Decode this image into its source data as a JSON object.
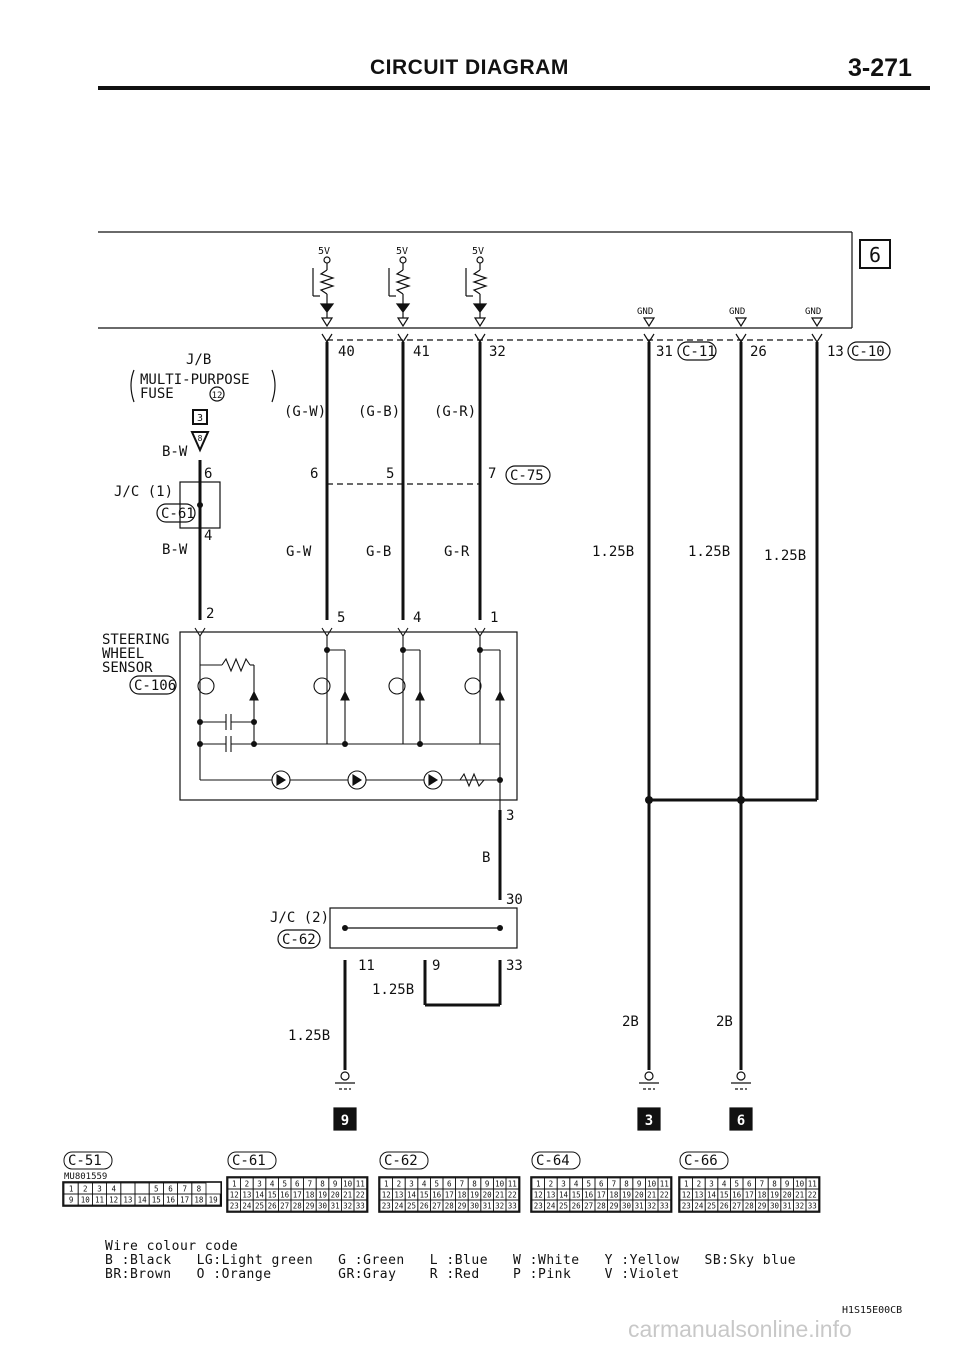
{
  "header": {
    "title": "CIRCUIT DIAGRAM",
    "page_number": "3-271"
  },
  "corner_tag": "6",
  "supply": {
    "voltage": "5V",
    "ground_label": "GND"
  },
  "junction_block": {
    "name": "J/B",
    "desc1": "MULTI-PURPOSE",
    "desc2": "FUSE",
    "fuse_num": "12",
    "fuse_rating": "3",
    "connector_pin": "8"
  },
  "ecu_pins": [
    {
      "pin": "40",
      "wire": "(G-W)"
    },
    {
      "pin": "41",
      "wire": "(G-B)"
    },
    {
      "pin": "32",
      "wire": "(G-R)"
    },
    {
      "pin": "31",
      "connector": "C-11"
    },
    {
      "pin": "26"
    },
    {
      "pin": "13",
      "connector": "C-10"
    }
  ],
  "connector_c75": {
    "connector": "C-75",
    "pins": [
      "6",
      "5",
      "7"
    ]
  },
  "jc1": {
    "name": "J/C (1)",
    "connector": "C-61",
    "pin_in": "6",
    "pin_out": "4"
  },
  "wires": {
    "bw": "B-W",
    "gw": "G-W",
    "gb": "G-B",
    "gr": "G-R",
    "b": "B",
    "g125": "1.25B",
    "g2": "2B"
  },
  "sensor": {
    "name_line1": "STEERING",
    "name_line2": "WHEEL",
    "name_line3": "SENSOR",
    "connector": "C-106",
    "pins": [
      "2",
      "5",
      "4",
      "1"
    ],
    "pin_ground": "3"
  },
  "jc2": {
    "name": "J/C (2)",
    "connector": "C-62",
    "pins": [
      "30",
      "11",
      "9",
      "33"
    ]
  },
  "ground_points": [
    "9",
    "3",
    "6"
  ],
  "connector_views": [
    {
      "id": "C-51",
      "part": "MU801559",
      "row1": [
        "1",
        "2",
        "3",
        "4",
        "",
        "",
        "5",
        "6",
        "7",
        "8"
      ],
      "row2": [
        "9",
        "10",
        "11",
        "12",
        "13",
        "14",
        "15",
        "16",
        "17",
        "18",
        "19"
      ]
    },
    {
      "id": "C-61",
      "row1": [
        "1",
        "2",
        "3",
        "4",
        "5",
        "6",
        "7",
        "8",
        "9",
        "10",
        "11"
      ],
      "row2": [
        "12",
        "13",
        "14",
        "15",
        "16",
        "17",
        "18",
        "19",
        "20",
        "21",
        "22"
      ],
      "row3": [
        "23",
        "24",
        "25",
        "26",
        "27",
        "28",
        "29",
        "30",
        "31",
        "32",
        "33"
      ]
    },
    {
      "id": "C-62",
      "row1": [
        "1",
        "2",
        "3",
        "4",
        "5",
        "6",
        "7",
        "8",
        "9",
        "10",
        "11"
      ],
      "row2": [
        "12",
        "13",
        "14",
        "15",
        "16",
        "17",
        "18",
        "19",
        "20",
        "21",
        "22"
      ],
      "row3": [
        "23",
        "24",
        "25",
        "26",
        "27",
        "28",
        "29",
        "30",
        "31",
        "32",
        "33"
      ]
    },
    {
      "id": "C-64",
      "row1": [
        "1",
        "2",
        "3",
        "4",
        "5",
        "6",
        "7",
        "8",
        "9",
        "10",
        "11"
      ],
      "row2": [
        "12",
        "13",
        "14",
        "15",
        "16",
        "17",
        "18",
        "19",
        "20",
        "21",
        "22"
      ],
      "row3": [
        "23",
        "24",
        "25",
        "26",
        "27",
        "28",
        "29",
        "30",
        "31",
        "32",
        "33"
      ]
    },
    {
      "id": "C-66",
      "row1": [
        "1",
        "2",
        "3",
        "4",
        "5",
        "6",
        "7",
        "8",
        "9",
        "10",
        "11"
      ],
      "row2": [
        "12",
        "13",
        "14",
        "15",
        "16",
        "17",
        "18",
        "19",
        "20",
        "21",
        "22"
      ],
      "row3": [
        "23",
        "24",
        "25",
        "26",
        "27",
        "28",
        "29",
        "30",
        "31",
        "32",
        "33"
      ]
    }
  ],
  "wire_colour_code": {
    "title": "Wire colour code",
    "line1": "B :Black   LG:Light green   G :Green   L :Blue   W :White   Y :Yellow   SB:Sky blue",
    "line2": "BR:Brown   O :Orange        GR:Gray    R :Red    P :Pink    V :Violet"
  },
  "figure_code": "H1S15E00CB",
  "watermark": "carmanualsonline.info"
}
